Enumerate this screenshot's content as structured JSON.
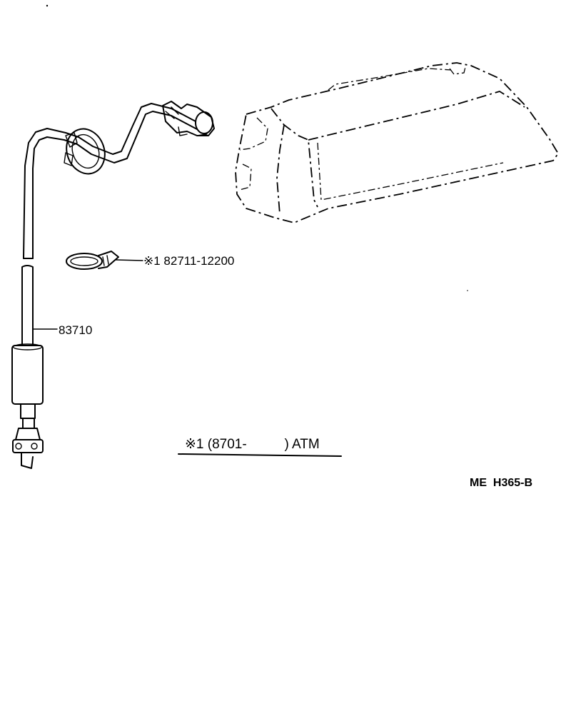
{
  "callouts": {
    "clamp_part": "※1 82711-12200",
    "cable_part": "83710"
  },
  "applicability_note": "※1 (8701-          ) ATM",
  "drawing_code": "ME  H365-B",
  "colors": {
    "ink": "#000000",
    "paper": "#ffffff"
  }
}
